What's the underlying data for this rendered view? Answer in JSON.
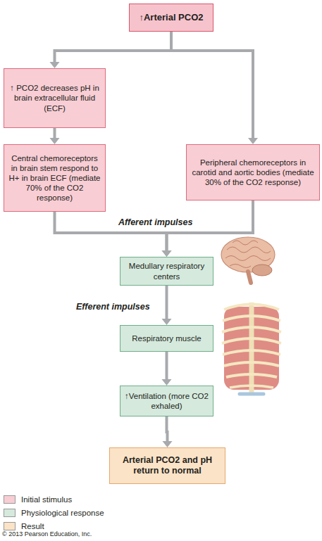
{
  "diagram": {
    "nodes": [
      {
        "text": [
          "↑Arterial PCO2"
        ]
      },
      {
        "text": [
          "↑ PCO2 decreases pH in brain extracellular fluid (ECF)"
        ]
      },
      {
        "text": [
          "Central chemoreceptors in brain stem respond to H+ in brain ECF (mediate 70% of the CO2 response)"
        ]
      },
      {
        "text": [
          "Peripheral chemoreceptors in carotid and aortic bodies (mediate 30% of the CO2 response)"
        ]
      },
      {
        "text": [
          "Medullary respiratory centers"
        ]
      },
      {
        "text": [
          "Respiratory muscle"
        ]
      },
      {
        "text": [
          "↑Ventilation (more CO2 exhaled)"
        ]
      },
      {
        "text": [
          "Arterial PCO2 and pH return to normal"
        ]
      }
    ],
    "edges": [
      {
        "from": 0,
        "to": 1,
        "arrow": "to"
      },
      {
        "from": 0,
        "to": 3,
        "arrow": "to"
      },
      {
        "from": 1,
        "to": 2,
        "arrow": "to"
      },
      {
        "from": 2,
        "to": 4,
        "arrow": "to"
      },
      {
        "from": 3,
        "to": 4,
        "arrow": "to"
      },
      {
        "from": 4,
        "to": 5,
        "arrow": "to"
      },
      {
        "from": 5,
        "to": 6,
        "arrow": "to"
      },
      {
        "from": 6,
        "to": 7,
        "arrow": "to"
      }
    ],
    "labels": [
      "Afferent impulses",
      "Efferent impulses",
      "© 2013 Pearson Education, Inc."
    ],
    "legend": [
      {
        "text": "Initial stimulus",
        "color": "#f8cdd4"
      },
      {
        "text": "Physiological response",
        "color": "#d5e9dd"
      },
      {
        "text": "Result",
        "color": "#fbe3c7"
      }
    ]
  }
}
